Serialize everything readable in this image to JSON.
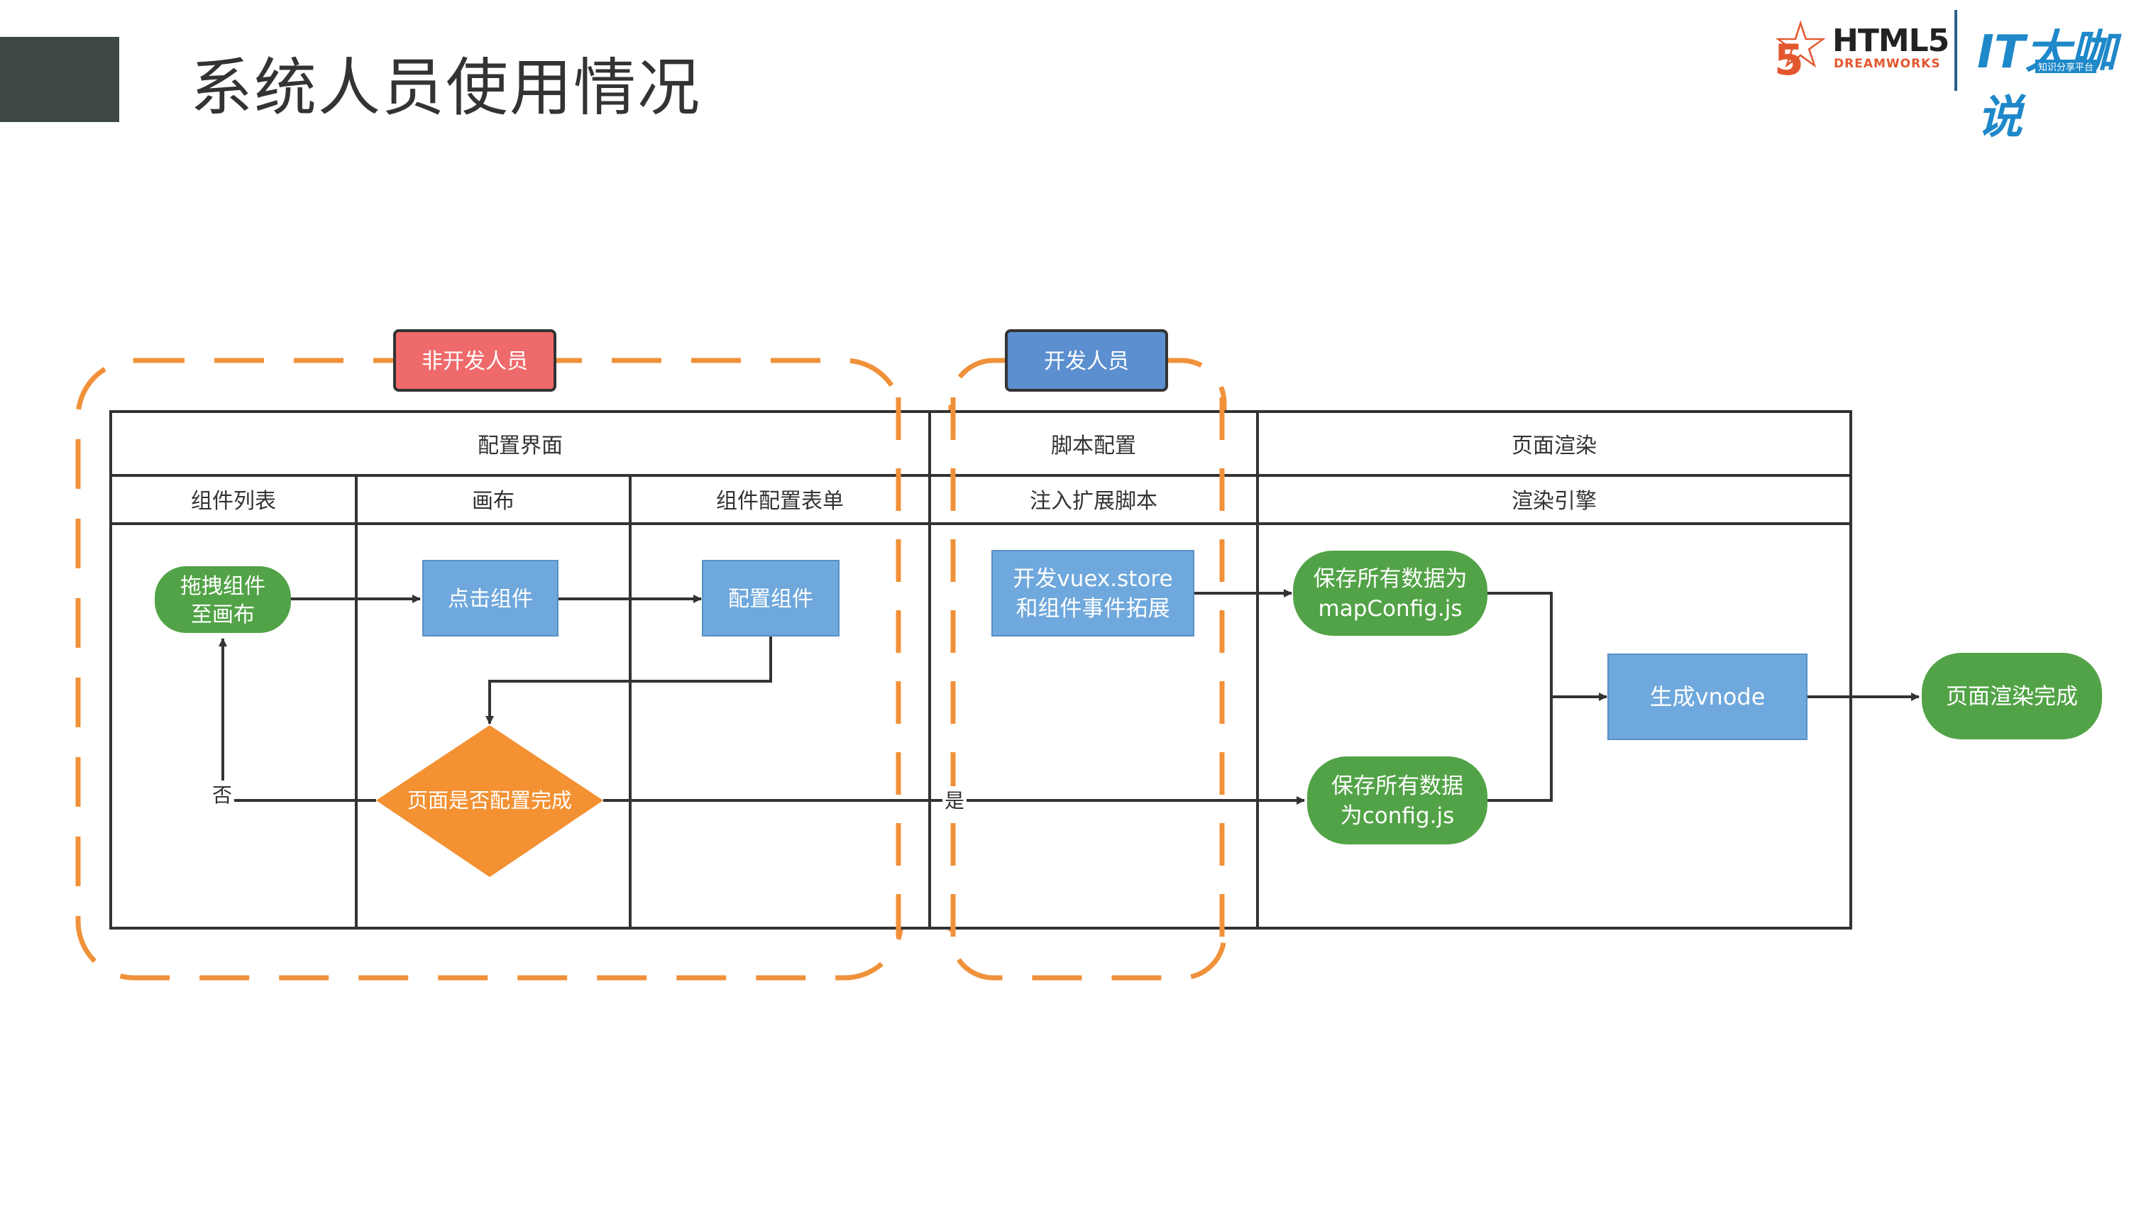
{
  "page": {
    "title": "系统人员使用情况"
  },
  "logo": {
    "brand1": "HTML5",
    "brand1_sub": "DREAMWORKS",
    "brand2": "IT大咖说",
    "brand2_sub": "知识分享平台"
  },
  "groups": {
    "non_dev": "非开发人员",
    "dev": "开发人员"
  },
  "table": {
    "header1": "配置界面",
    "header2": "脚本配置",
    "header3": "页面渲染",
    "sub1": "组件列表",
    "sub2": "画布",
    "sub3": "组件配置表单",
    "sub4": "注入扩展脚本",
    "sub5": "渲染引擎"
  },
  "nodes": {
    "drag": [
      "拖拽组件",
      "至画布"
    ],
    "click": "点击组件",
    "config": "配置组件",
    "decision": "页面是否配置完成",
    "vuex": [
      "开发vuex.store",
      "和组件事件拓展"
    ],
    "save_map": [
      "保存所有数据为",
      "mapConfig.js"
    ],
    "save_cfg": [
      "保存所有数据",
      "为config.js"
    ],
    "vnode": "生成vnode",
    "done": "页面渲染完成"
  },
  "edges": {
    "no": "否",
    "yes": "是"
  },
  "colors": {
    "green": "#52a347",
    "blue": "#6fa8dc",
    "orange": "#f39133",
    "dashed": "#f0913a",
    "red_label": "#ef6a6a",
    "blue_label": "#5b8fcf",
    "line": "#333333"
  }
}
